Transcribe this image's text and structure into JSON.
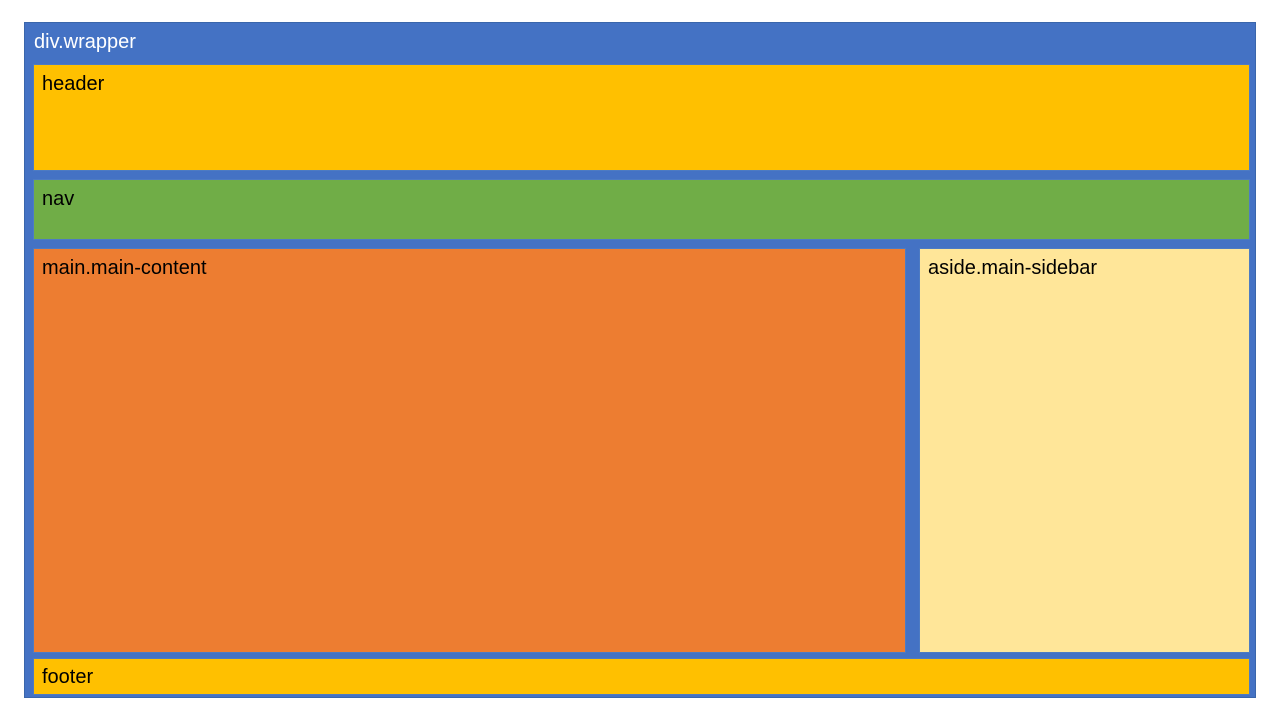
{
  "colors": {
    "wrapper": "#4472c4",
    "header": "#ffc000",
    "nav": "#70ad47",
    "main": "#ed7d31",
    "aside": "#ffe699",
    "footer": "#ffc000"
  },
  "wrapper": {
    "label": "div.wrapper"
  },
  "header": {
    "label": "header"
  },
  "nav": {
    "label": "nav"
  },
  "main": {
    "label": "main.main-content"
  },
  "aside": {
    "label": "aside.main-sidebar"
  },
  "footer": {
    "label": "footer"
  }
}
